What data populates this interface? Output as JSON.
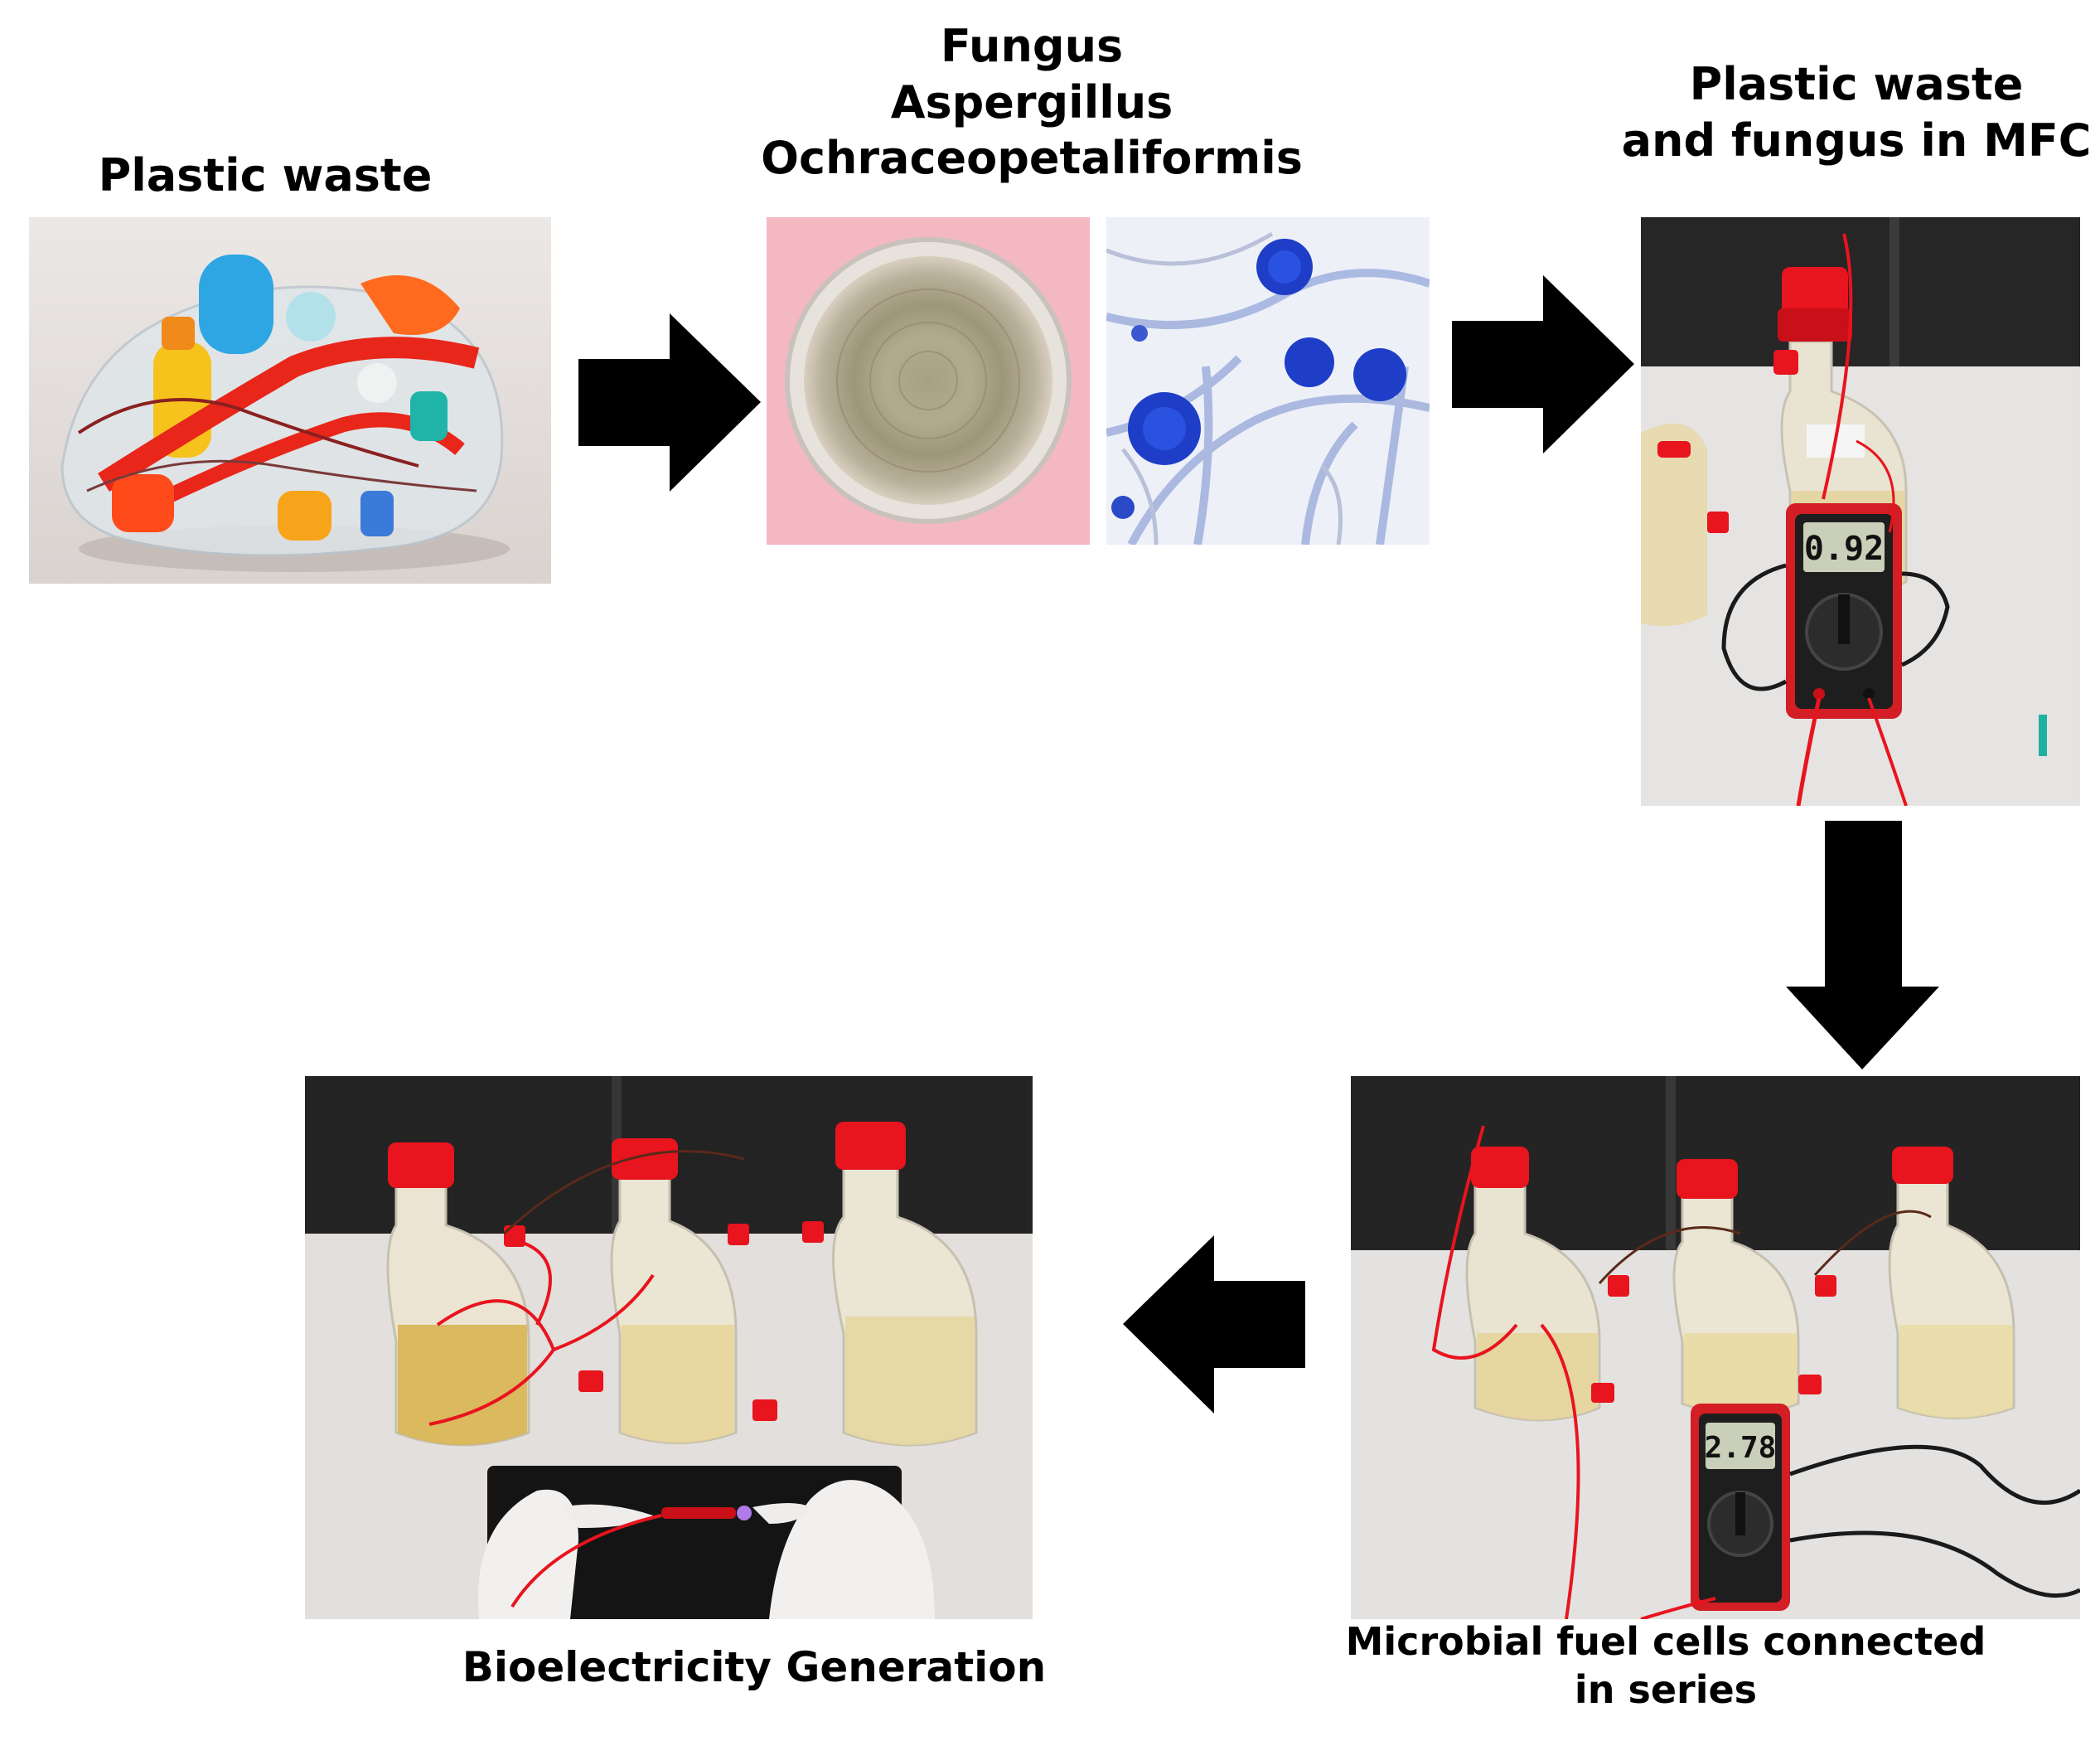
{
  "labels": {
    "plastic_waste": "Plastic waste",
    "fungus_line1": "Fungus",
    "fungus_line2": "Aspergillus",
    "fungus_line3": "Ochraceopetaliformis",
    "mfc_line1": "Plastic waste",
    "mfc_line2": "and fungus in MFC",
    "series_line1": "Microbial fuel cells connected",
    "series_line2": "in series",
    "bioelectricity": "Bioelectricity Generation"
  },
  "meters": {
    "single_reading": "0.92",
    "series_reading": "2.78"
  },
  "icons": {
    "arrows": [
      "arrow-right-icon",
      "arrow-right-icon",
      "arrow-down-icon",
      "arrow-left-icon"
    ]
  },
  "colors": {
    "arrow": "#000000",
    "cap_red": "#e8141e",
    "petri_bg": "#f4b8c0",
    "stain_blue": "#1e3ec8"
  }
}
